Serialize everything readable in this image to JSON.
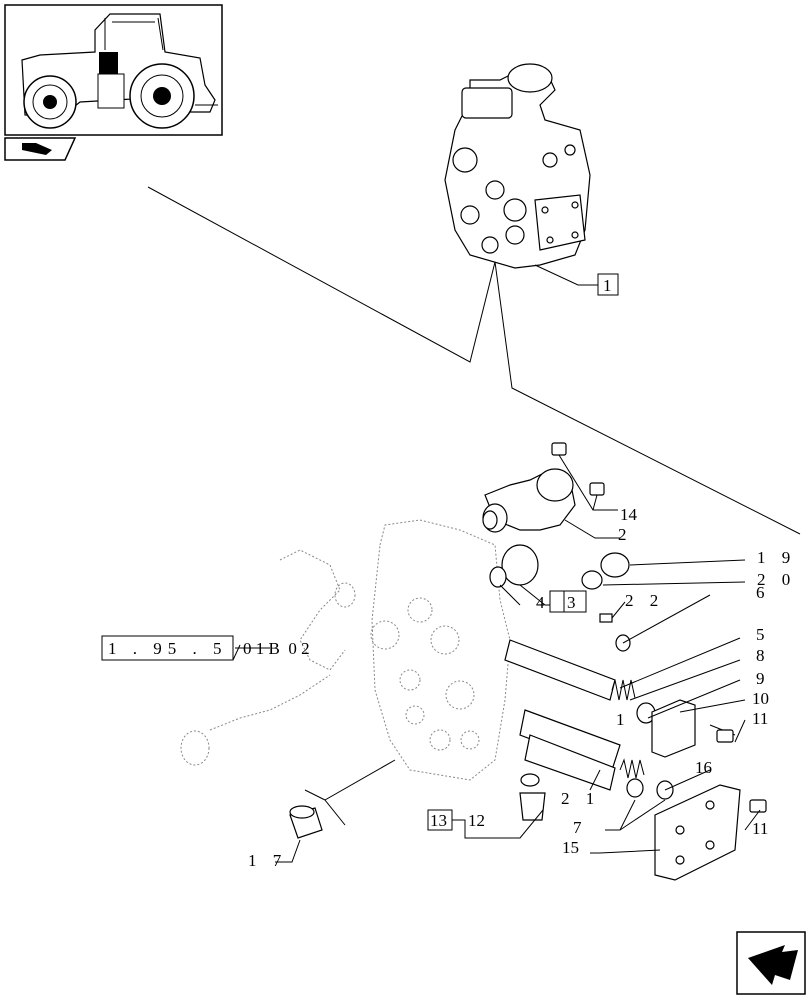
{
  "nav": {
    "thumbnail_icon": "tractor-thumbnail-icon",
    "folder_icon": "book-folder-icon",
    "next_icon": "next-page-arrow-icon"
  },
  "callouts": {
    "c1": "1",
    "c2": "2",
    "c3": "3",
    "c4": "4",
    "c5": "5",
    "c6": "6",
    "c7": "7",
    "c8": "8",
    "c9": "9",
    "c10": "10",
    "c11a": "11",
    "c11b": "11",
    "c12": "12",
    "c13": "13",
    "c14": "14",
    "c15": "15",
    "c16": "16",
    "c17": "1 7",
    "c18": "1",
    "c19": "1 9",
    "c20": "2 0",
    "c21": "2 1",
    "c22": "2 2",
    "ref": "1 . 95 . 5",
    "ref_suffix": "0 1 B  0 2"
  }
}
